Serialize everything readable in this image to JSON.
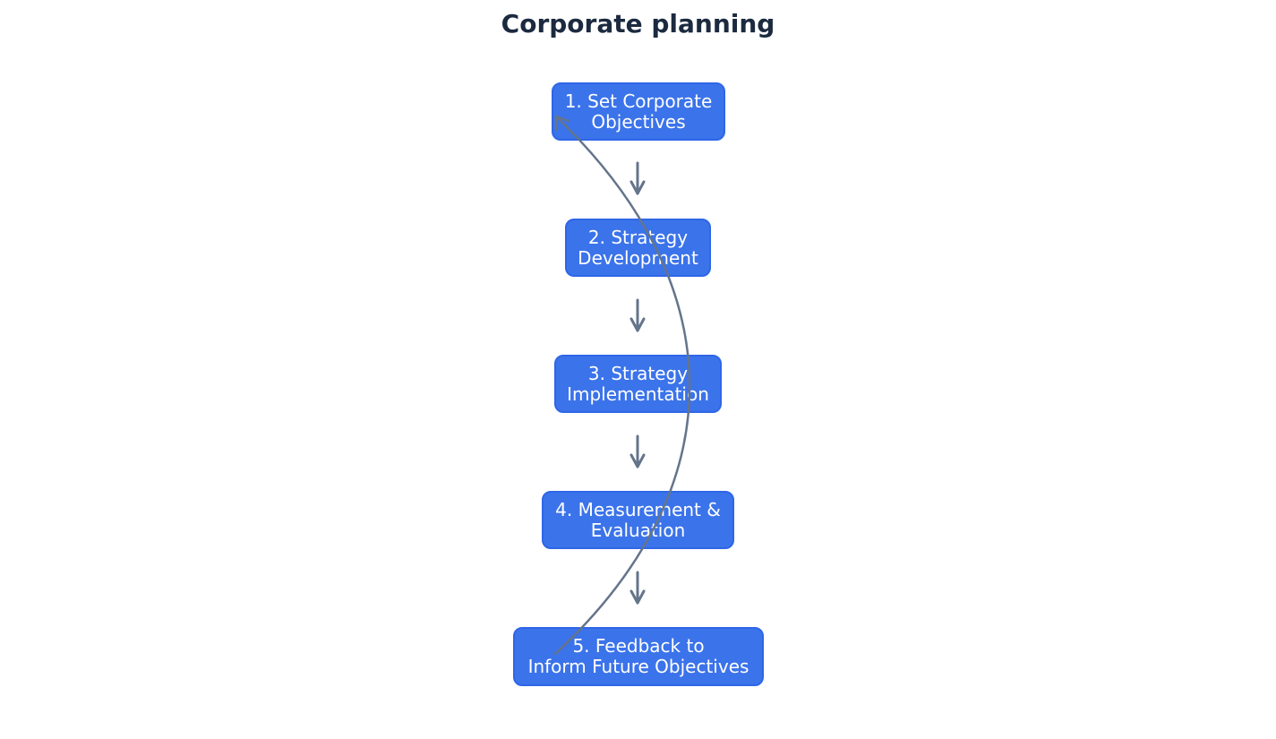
{
  "title": "Corporate planning",
  "steps": [
    {
      "line1": "1. Set Corporate",
      "line2": "Objectives"
    },
    {
      "line1": "2. Strategy",
      "line2": "Development"
    },
    {
      "line1": "3. Strategy",
      "line2": "Implementation"
    },
    {
      "line1": "4. Measurement &",
      "line2": "Evaluation"
    },
    {
      "line1": "5. Feedback to",
      "line2": "Inform Future Objectives"
    }
  ],
  "colors": {
    "box_fill": "#3b73ea",
    "box_border": "#2f66e8",
    "box_text": "#ffffff",
    "arrow": "#64748b",
    "title": "#1b2a3f"
  }
}
